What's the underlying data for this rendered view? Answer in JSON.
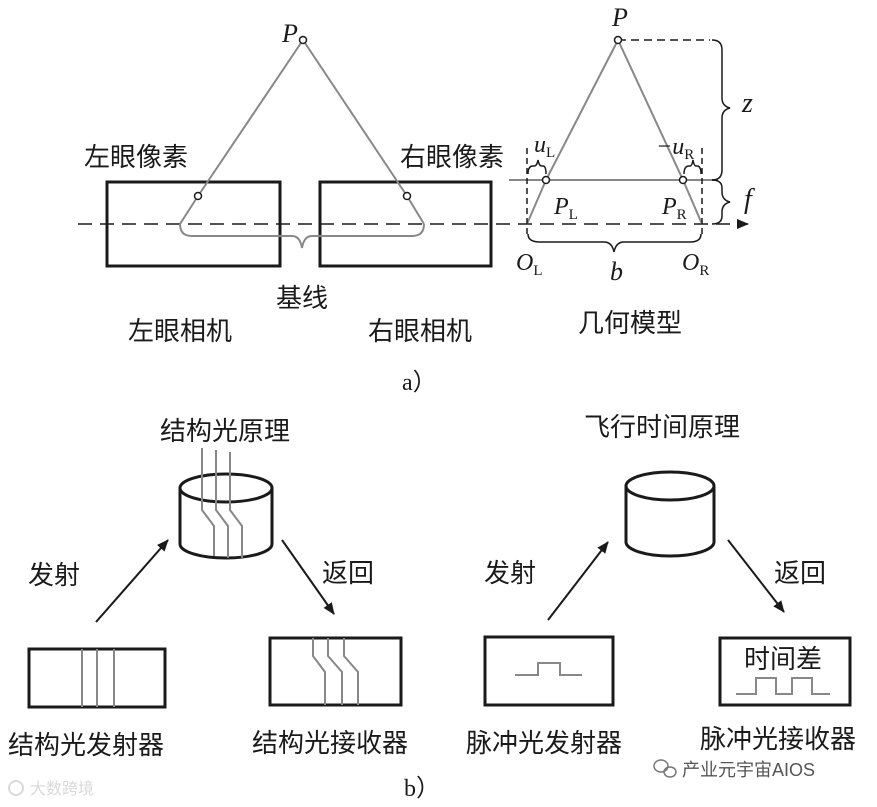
{
  "part_a": {
    "left_eye_pixel": "左眼像素",
    "right_eye_pixel": "右眼像素",
    "baseline": "基线",
    "left_camera": "左眼相机",
    "right_camera": "右眼相机",
    "geometry_model": "几何模型",
    "point_p": "P",
    "point_p2": "P",
    "u_l": "u",
    "u_l_sub": "L",
    "u_r": "−u",
    "u_r_sub": "R",
    "p_l": "P",
    "p_l_sub": "L",
    "p_r": "P",
    "p_r_sub": "R",
    "o_l": "O",
    "o_l_sub": "L",
    "o_r": "O",
    "o_r_sub": "R",
    "b": "b",
    "z": "z",
    "f": "f",
    "caption": "a）"
  },
  "part_b": {
    "structured_light_title": "结构光原理",
    "tof_title": "飞行时间原理",
    "emit_left": "发射",
    "return_left": "返回",
    "emit_right": "发射",
    "return_right": "返回",
    "sl_emitter": "结构光发射器",
    "sl_receiver": "结构光接收器",
    "pulse_emitter": "脉冲光发射器",
    "pulse_receiver": "脉冲光接收器",
    "time_diff": "时间差",
    "caption": "b）"
  },
  "watermarks": {
    "left": "大数跨境",
    "right": "产业元宇宙AIOS"
  }
}
